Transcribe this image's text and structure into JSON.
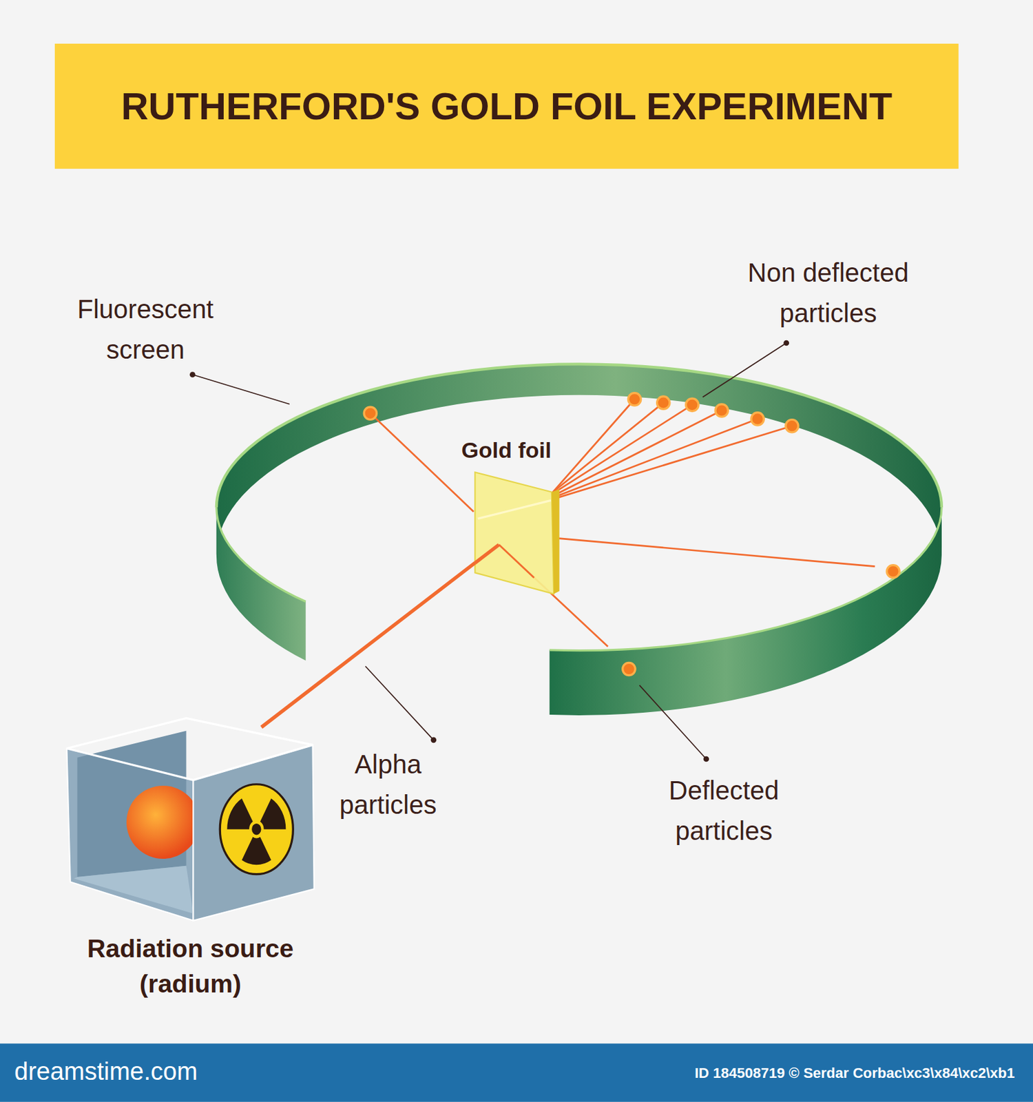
{
  "diagram": {
    "title": "RUTHERFORD'S GOLD FOIL EXPERIMENT",
    "nodes": [
      {
        "text": [
          "Radiation source (radium)"
        ]
      },
      {
        "text": [
          "Gold foil"
        ]
      }
    ],
    "edges": [
      {
        "from": 0,
        "to": 1,
        "arrow": "none"
      }
    ],
    "labels": [
      "Fluorescent screen",
      "Non deflected particles",
      "Alpha particles",
      "Deflected particles",
      "dreamstime.com",
      "ID 184508719 © Serdar Corbac\\xc3\\x84\\xc2\\xb1"
    ]
  }
}
